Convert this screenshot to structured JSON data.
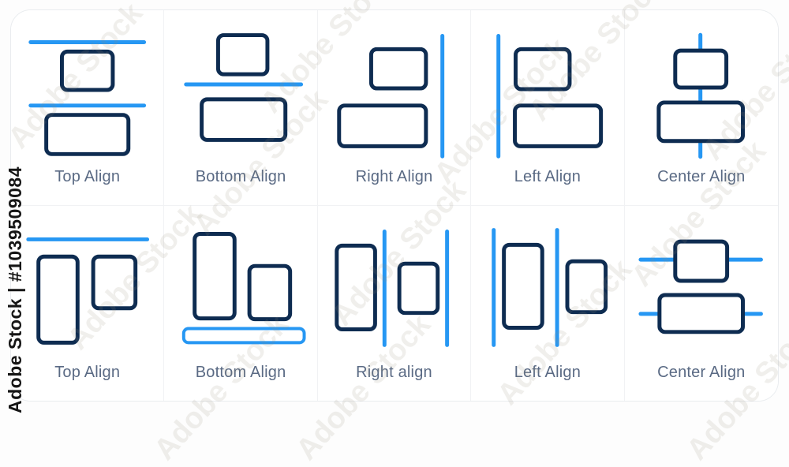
{
  "watermark": {
    "diagonal_text": "Adobe Stock",
    "credit_text": "Adobe Stock | #1039509084"
  },
  "colors": {
    "accent_blue": "#2697f3",
    "shape_navy": "#0e2c51",
    "label_gray": "#5a6a84"
  },
  "cells": [
    {
      "label": "Top Align",
      "icon": "top-align-horizontal-icon"
    },
    {
      "label": "Bottom Align",
      "icon": "bottom-align-horizontal-icon"
    },
    {
      "label": "Right Align",
      "icon": "right-align-icon"
    },
    {
      "label": "Left Align",
      "icon": "left-align-icon"
    },
    {
      "label": "Center Align",
      "icon": "center-align-vertical-line-icon"
    },
    {
      "label": "Top Align",
      "icon": "top-align-vertical-icon"
    },
    {
      "label": "Bottom Align",
      "icon": "bottom-align-vertical-icon"
    },
    {
      "label": "Right align",
      "icon": "right-align-two-lines-icon"
    },
    {
      "label": "Left Align",
      "icon": "left-align-two-lines-icon"
    },
    {
      "label": "Center Align",
      "icon": "center-align-horizontal-line-icon"
    }
  ]
}
